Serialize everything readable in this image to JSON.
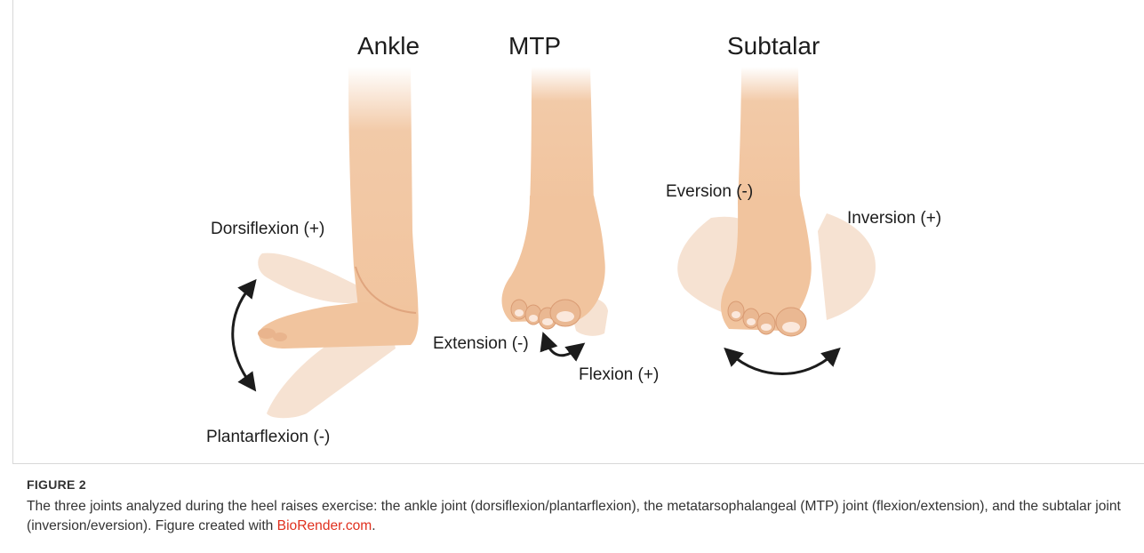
{
  "figure": {
    "titles": {
      "ankle": "Ankle",
      "mtp": "MTP",
      "subtalar": "Subtalar"
    },
    "motions": {
      "dorsiflexion": "Dorsiflexion (+)",
      "plantarflexion": "Plantarflexion (-)",
      "extension": "Extension (-)",
      "flexion": "Flexion (+)",
      "eversion": "Eversion (-)",
      "inversion": "Inversion (+)"
    }
  },
  "caption": {
    "label": "FIGURE 2",
    "text": "The three joints analyzed during the heel raises exercise: the ankle joint (dorsiflexion/plantarflexion), the metatarsophalangeal (MTP) joint (flexion/extension), and the subtalar joint (inversion/eversion). Figure created with ",
    "link_text": "BioRender.com",
    "trailing": "."
  },
  "colors": {
    "skin": "#f1c49e",
    "skin_shadow": "#e3a47c",
    "skin_faded": "#f6e2d2",
    "arrow": "#1c1c1c",
    "link": "#e0301e"
  },
  "icons": [
    "ankle-foot-illustration",
    "mtp-foot-illustration",
    "subtalar-foot-illustration",
    "curved-double-arrow-icon"
  ]
}
